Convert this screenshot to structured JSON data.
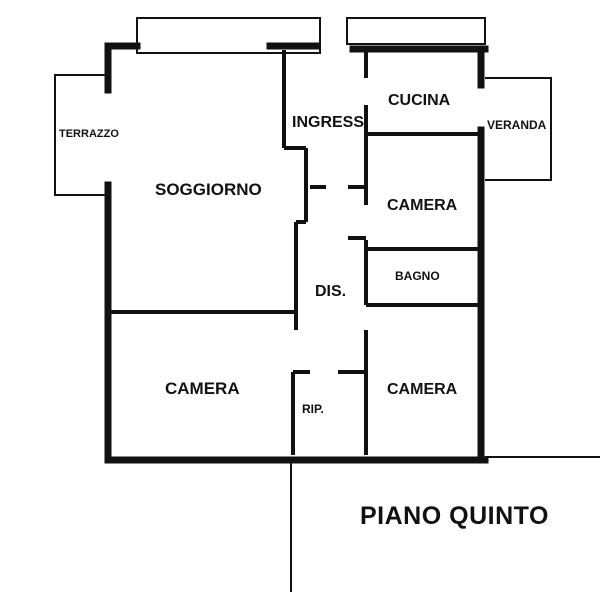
{
  "floor_title": "PIANO QUINTO",
  "rooms": {
    "terrazzo": "TERRAZZO",
    "soggiorno": "SOGGIORNO",
    "ingresso": "INGRESS",
    "cucina": "CUCINA",
    "veranda": "VERANDA",
    "camera_top_right": "CAMERA",
    "bagno": "BAGNO",
    "disimpegno": "DIS.",
    "camera_bottom_left": "CAMERA",
    "ripostiglio": "RIP.",
    "camera_bottom_right": "CAMERA"
  },
  "colors": {
    "wall": "#111111",
    "background": "#ffffff"
  }
}
